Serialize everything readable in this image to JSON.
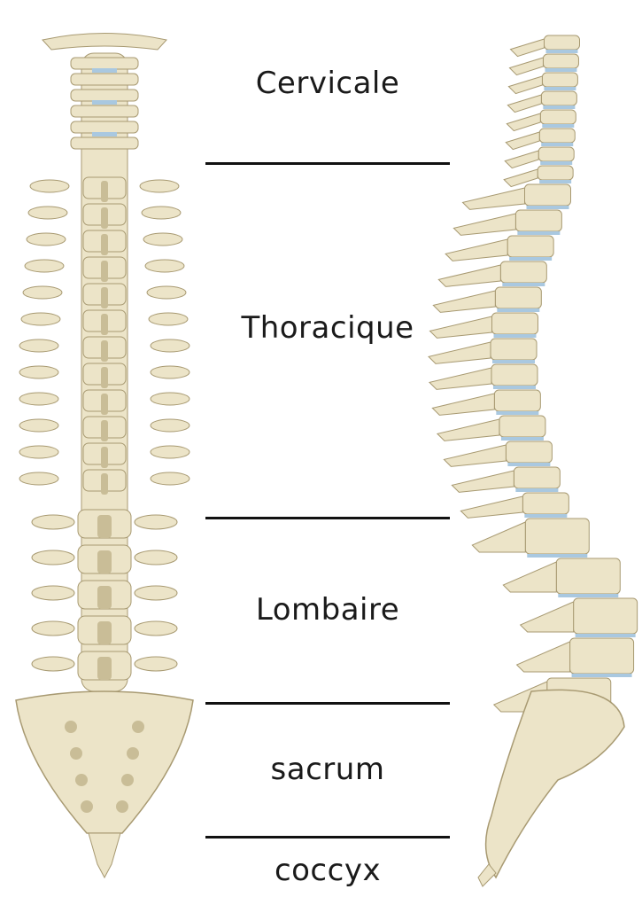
{
  "regions": [
    {
      "id": "cervical",
      "label": "Cervicale"
    },
    {
      "id": "thoracic",
      "label": "Thoracique"
    },
    {
      "id": "lumbar",
      "label": "Lombaire"
    },
    {
      "id": "sacrum",
      "label": "sacrum"
    },
    {
      "id": "coccyx",
      "label": "coccyx"
    }
  ],
  "colors": {
    "bone": "#ece4c8",
    "bone_shade": "#c9bd97",
    "bone_edge": "#a89a72",
    "disc": "#a9c8e0",
    "divider": "#111111",
    "text": "#1a1a1a"
  },
  "illustrations": {
    "anterior_view": "spine-posterior-view-illustration",
    "lateral_view": "spine-lateral-view-illustration"
  }
}
